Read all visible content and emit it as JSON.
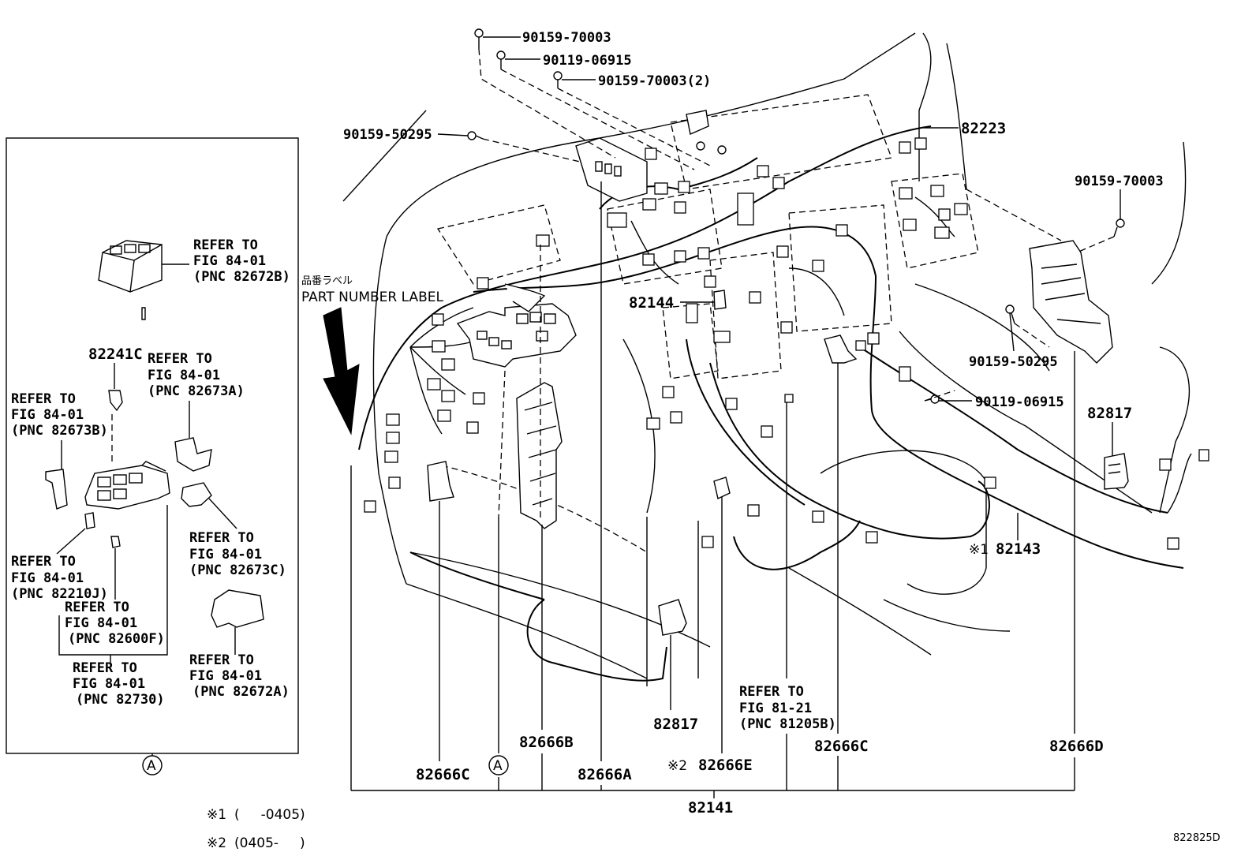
{
  "diagram_id": "822825D",
  "inset": {
    "callout": "A",
    "labels": {
      "refer_82672b": [
        "REFER TO",
        "FIG 84-01",
        "(PNC 82672B)"
      ],
      "part_82241c": "82241C",
      "refer_82673a": [
        "REFER TO",
        "FIG 84-01",
        "(PNC 82673A)"
      ],
      "refer_82673b": [
        "REFER TO",
        "FIG 84-01",
        "(PNC 82673B)"
      ],
      "refer_82673c": [
        "REFER TO",
        "FIG 84-01",
        "(PNC 82673C)"
      ],
      "refer_82210j": [
        "REFER TO",
        "FIG 84-01",
        "(PNC 82210J)"
      ],
      "refer_82600f": [
        "REFER TO",
        "FIG 84-01",
        "(PNC 82600F)"
      ],
      "refer_82730": [
        "REFER TO",
        "FIG 84-01",
        "(PNC 82730)"
      ],
      "refer_82672a": [
        "REFER TO",
        "FIG 84-01",
        "(PNC 82672A)"
      ]
    }
  },
  "main": {
    "bolts": {
      "b1": "90159-70003",
      "b2": "90119-06915",
      "b3": "90159-70003(2)",
      "b4": "90159-50295",
      "b5": "90159-70003",
      "b6": "90159-50295",
      "b7": "90119-06915"
    },
    "part_number_label": {
      "jp": "品番ラベル",
      "en": "PART NUMBER LABEL"
    },
    "parts": {
      "p82223": "82223",
      "p82144": "82144",
      "p82817_right": "82817",
      "p82143": "82143",
      "p82143_mark": "※1",
      "p82817_bottom": "82817",
      "p82666b": "82666B",
      "p82666c_left": "82666C",
      "p82666a": "82666A",
      "p82666e": "82666E",
      "p82666e_mark": "※2",
      "p82666c_right": "82666C",
      "p82666d": "82666D",
      "p82141": "82141",
      "callout_a": "A"
    },
    "refer_81205b": [
      "REFER TO",
      "FIG 81-21",
      "(PNC 81205B)"
    ]
  },
  "notes": [
    {
      "mark": "※1",
      "text": "(     -0405)"
    },
    {
      "mark": "※2",
      "text": "(0405-     )"
    }
  ]
}
